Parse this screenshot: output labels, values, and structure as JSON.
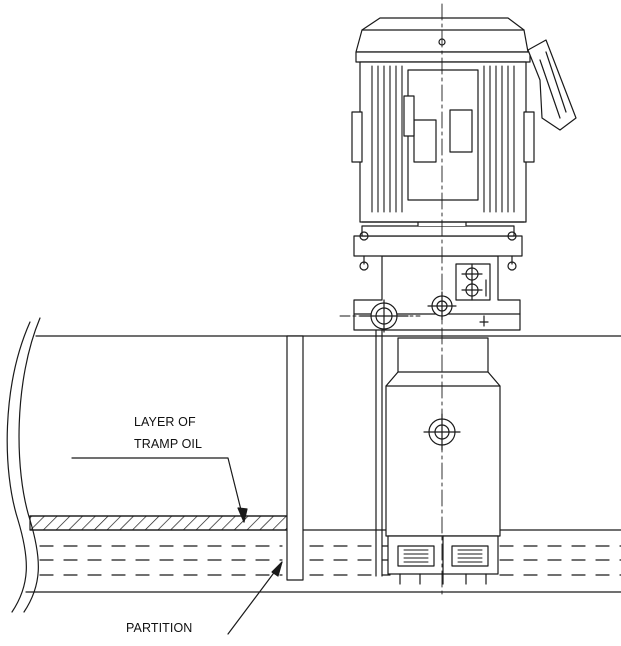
{
  "labels": {
    "tramp_oil_line1": "LAYER OF",
    "tramp_oil_line2": "TRAMP OIL",
    "partition": "PARTITION"
  },
  "colors": {
    "ink": "#1a1a1a",
    "background": "#ffffff"
  }
}
